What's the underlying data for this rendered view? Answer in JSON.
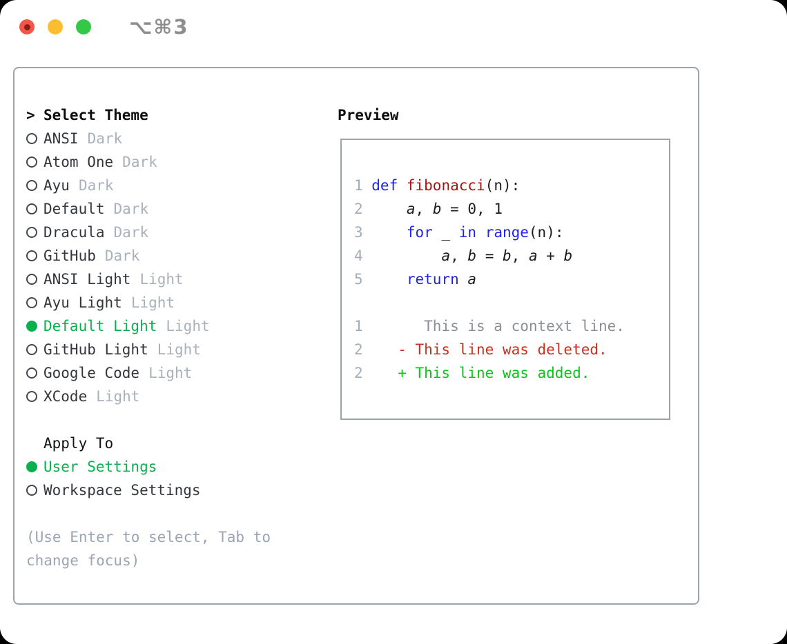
{
  "titlebar": {
    "title": "⌥⌘3"
  },
  "theme_list": {
    "header_prefix": ">",
    "header": "Select Theme",
    "items": [
      {
        "name": "ANSI",
        "variant": "Dark",
        "selected": false
      },
      {
        "name": "Atom One",
        "variant": "Dark",
        "selected": false
      },
      {
        "name": "Ayu",
        "variant": "Dark",
        "selected": false
      },
      {
        "name": "Default",
        "variant": "Dark",
        "selected": false
      },
      {
        "name": "Dracula",
        "variant": "Dark",
        "selected": false
      },
      {
        "name": "GitHub",
        "variant": "Dark",
        "selected": false
      },
      {
        "name": "ANSI Light",
        "variant": "Light",
        "selected": false
      },
      {
        "name": "Ayu Light",
        "variant": "Light",
        "selected": false
      },
      {
        "name": "Default Light",
        "variant": "Light",
        "selected": true
      },
      {
        "name": "GitHub Light",
        "variant": "Light",
        "selected": false
      },
      {
        "name": "Google Code",
        "variant": "Light",
        "selected": false
      },
      {
        "name": "XCode",
        "variant": "Light",
        "selected": false
      }
    ]
  },
  "apply_to": {
    "header": "Apply To",
    "options": [
      {
        "label": "User Settings",
        "selected": true
      },
      {
        "label": "Workspace Settings",
        "selected": false
      }
    ]
  },
  "hint": {
    "text": "(Use Enter to select, Tab to\nchange focus)"
  },
  "preview": {
    "header": "Preview",
    "lines": [
      {
        "num": "1",
        "tokens": [
          {
            "t": "def",
            "s": "kw"
          },
          {
            "t": " ",
            "s": "plain"
          },
          {
            "t": "fibonacci",
            "s": "fn"
          },
          {
            "t": "(n):",
            "s": "plain"
          }
        ]
      },
      {
        "num": "2",
        "tokens": [
          {
            "t": "    ",
            "s": "plain"
          },
          {
            "t": "a",
            "s": "var"
          },
          {
            "t": ", ",
            "s": "plain"
          },
          {
            "t": "b",
            "s": "var"
          },
          {
            "t": " = 0, 1",
            "s": "plain"
          }
        ]
      },
      {
        "num": "3",
        "tokens": [
          {
            "t": "    ",
            "s": "plain"
          },
          {
            "t": "for",
            "s": "kw"
          },
          {
            "t": " _ ",
            "s": "plain"
          },
          {
            "t": "in",
            "s": "kw"
          },
          {
            "t": " ",
            "s": "plain"
          },
          {
            "t": "range",
            "s": "kw"
          },
          {
            "t": "(n):",
            "s": "plain"
          }
        ]
      },
      {
        "num": "4",
        "tokens": [
          {
            "t": "        ",
            "s": "plain"
          },
          {
            "t": "a",
            "s": "var"
          },
          {
            "t": ", ",
            "s": "plain"
          },
          {
            "t": "b",
            "s": "var"
          },
          {
            "t": " = ",
            "s": "plain"
          },
          {
            "t": "b",
            "s": "var"
          },
          {
            "t": ", ",
            "s": "plain"
          },
          {
            "t": "a",
            "s": "var"
          },
          {
            "t": " + ",
            "s": "plain"
          },
          {
            "t": "b",
            "s": "var"
          }
        ]
      },
      {
        "num": "5",
        "tokens": [
          {
            "t": "    ",
            "s": "plain"
          },
          {
            "t": "return",
            "s": "kw"
          },
          {
            "t": " ",
            "s": "plain"
          },
          {
            "t": "a",
            "s": "var"
          }
        ]
      },
      {
        "num": "",
        "tokens": []
      },
      {
        "num": "1",
        "tokens": [
          {
            "t": "      This is a context line.",
            "s": "ctx"
          }
        ]
      },
      {
        "num": "2",
        "tokens": [
          {
            "t": "   - This line was deleted.",
            "s": "del"
          }
        ]
      },
      {
        "num": "2",
        "tokens": [
          {
            "t": "   + This line was added.",
            "s": "add"
          }
        ]
      }
    ]
  },
  "colors": {
    "selection_green": "#0ab04e",
    "diff_added": "#0cc41c",
    "diff_deleted": "#c5311d",
    "diff_context": "#8a8f96",
    "keyword_blue": "#2323e8",
    "function_red": "#a81414",
    "code_text": "#1c1c1c",
    "line_number": "#a3adba",
    "muted": "#a9b1bc",
    "border": "#9ba3ad",
    "hint": "#9aa4b2",
    "title_gray": "#8d8d8d",
    "traffic_red": "#f2564a",
    "traffic_red_dot": "#8c1d12",
    "traffic_yellow": "#fcbd2f",
    "traffic_green": "#34c748",
    "window_bg": "#ffffff",
    "outside_bg": "#000000"
  }
}
